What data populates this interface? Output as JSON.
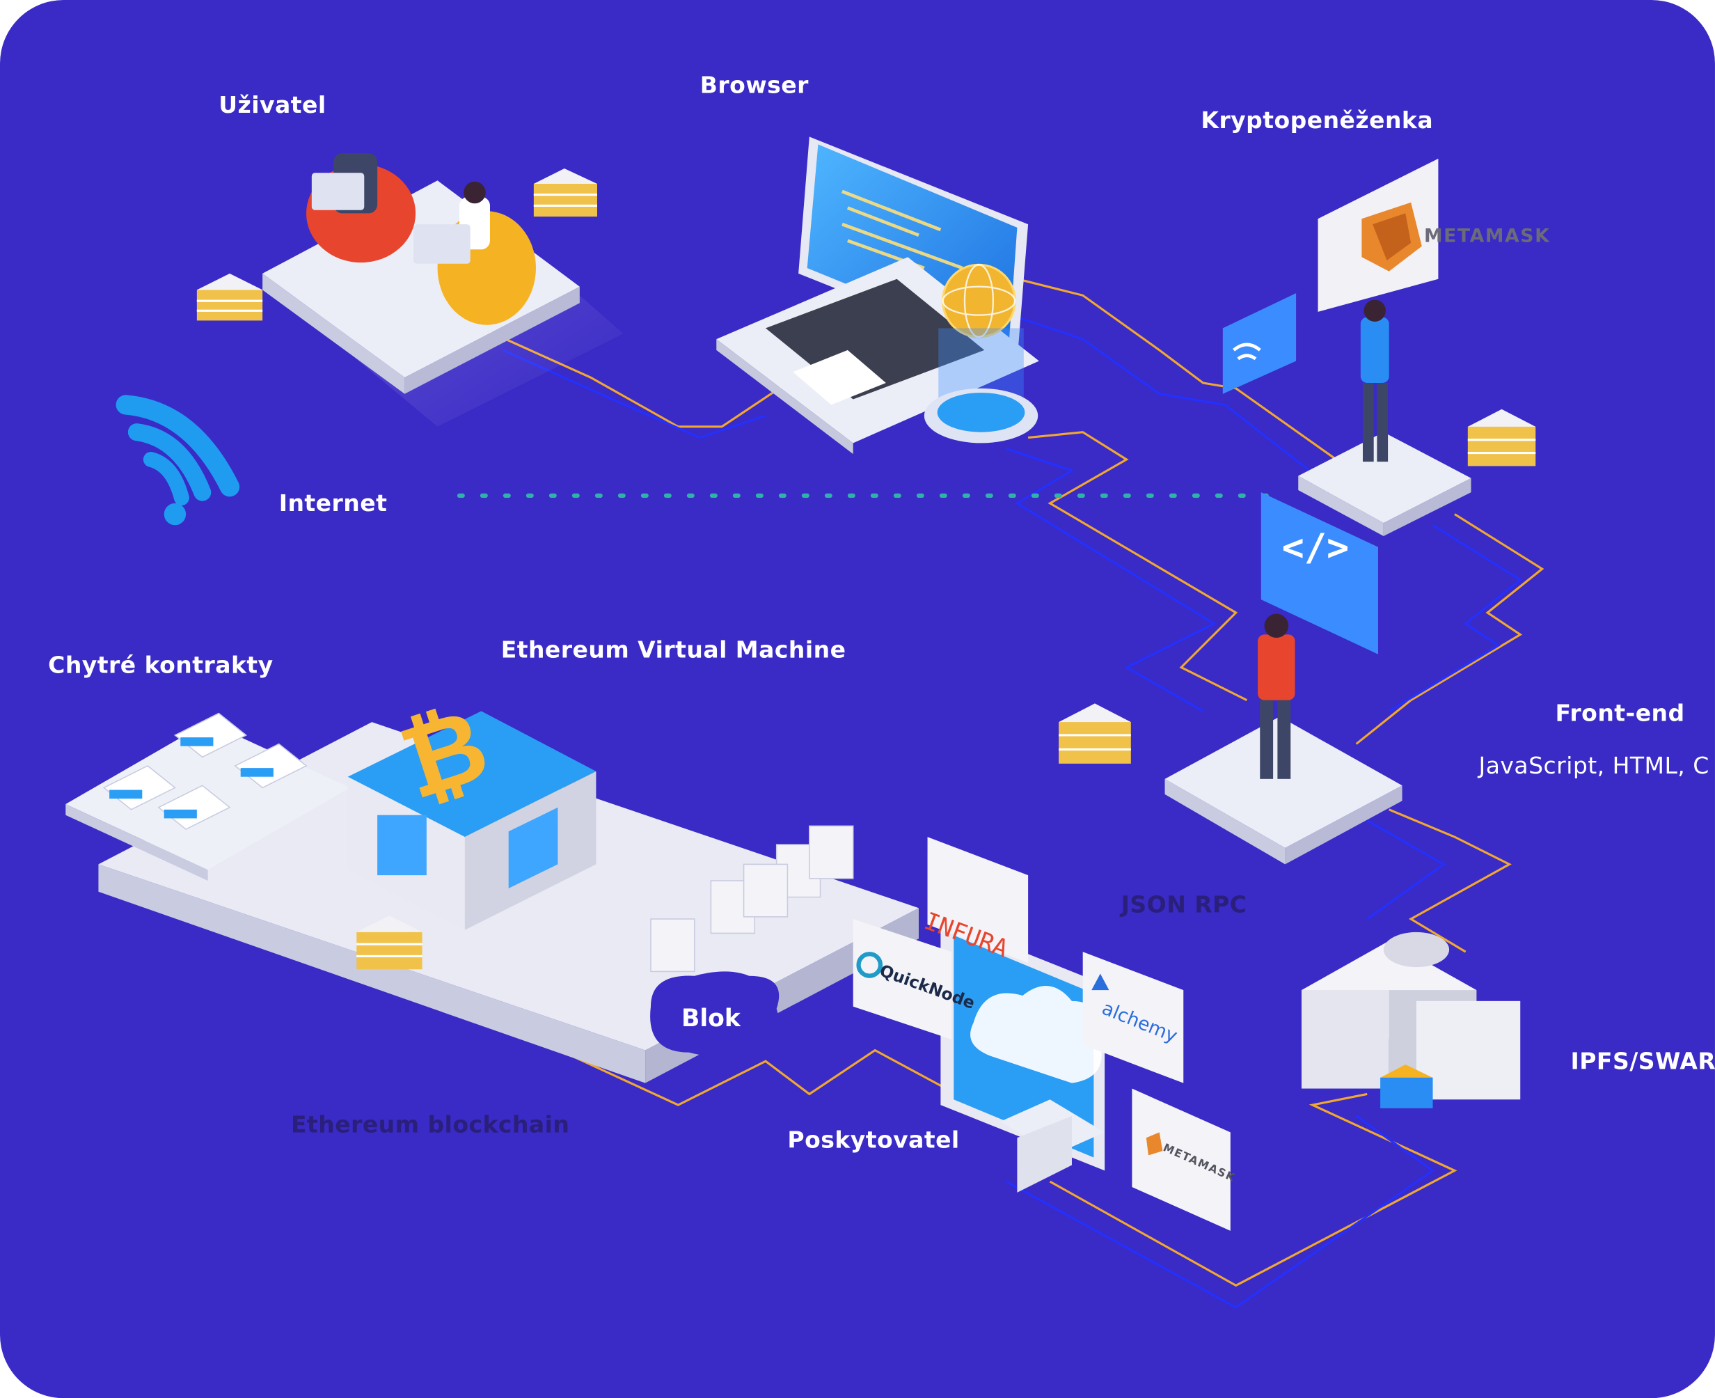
{
  "colors": {
    "background": "#3a2ac6",
    "outer": "#ffffff",
    "connector_orange": "#f0a830",
    "connector_blue": "#1f2dff",
    "platform": "#e9eaf3",
    "accent_blue": "#2a9df4",
    "coin_gold": "#f7b532"
  },
  "labels": {
    "user": "Uživatel",
    "browser": "Browser",
    "wallet": "Kryptopeněženka",
    "internet": "Internet",
    "smart_contracts": "Chytré kontrakty",
    "evm": "Ethereum Virtual Machine",
    "frontend": "Front-end",
    "frontend_tech": "JavaScript, HTML, C",
    "json_rpc": "JSON RPC",
    "block": "Blok",
    "blockchain": "Ethereum blockchain",
    "provider": "Poskytovatel",
    "storage": "IPFS/SWAR"
  },
  "logos": {
    "metamask_wallet": "METAMASK",
    "infura": "INFURA",
    "quicknode": "QuickNode",
    "alchemy": "alchemy",
    "metamask_provider": "METAMASK"
  },
  "icons": [
    "wifi-icon",
    "bitcoin-coin-icon",
    "code-icon",
    "fox-icon",
    "globe-icon",
    "cloud-icon"
  ]
}
